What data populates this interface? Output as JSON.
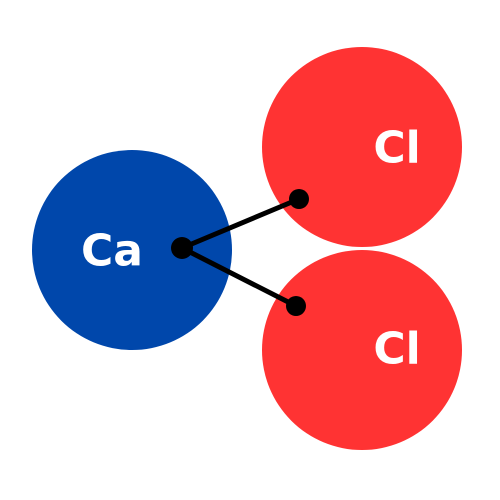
{
  "diagram": {
    "atoms": [
      {
        "id": "ca",
        "symbol": "Ca",
        "color": "#0047ab"
      },
      {
        "id": "cl1",
        "symbol": "Cl",
        "color": "#ff3333"
      },
      {
        "id": "cl2",
        "symbol": "Cl",
        "color": "#ff3333"
      }
    ],
    "bond_color": "#000000",
    "bonds": [
      {
        "from": "ca",
        "to": "cl1"
      },
      {
        "from": "ca",
        "to": "cl2"
      }
    ]
  }
}
